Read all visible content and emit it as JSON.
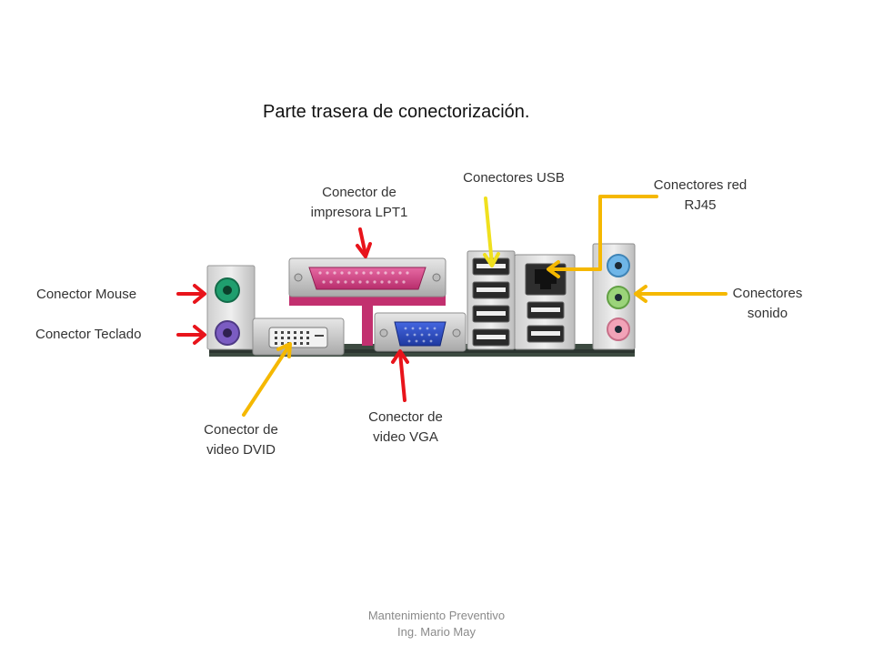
{
  "title": "Parte trasera de conectorización.",
  "labels": {
    "usb": "Conectores USB",
    "red": [
      "Conectores red",
      "RJ45"
    ],
    "lpt": [
      "Conector de",
      "impresora LPT1"
    ],
    "mouse": "Conector Mouse",
    "teclado": "Conector Teclado",
    "sonido": [
      "Conectores",
      "sonido"
    ],
    "dvid": [
      "Conector de",
      "video DVID"
    ],
    "vga": [
      "Conector de",
      "video VGA"
    ]
  },
  "footer": [
    "Mantenimiento Preventivo",
    "Ing. Mario May"
  ],
  "colors": {
    "red_arrow": "#e8141b",
    "yellow_arrow": "#f5b800",
    "usb_arrow": "#f0e01e",
    "lpt_port": "#d9488a",
    "mouse_port": "#1f9e6e",
    "keyboard_port": "#7b5cc2",
    "vga_port": "#2d52c8",
    "audio_blue": "#6fb6e8",
    "audio_green": "#9bd47a",
    "audio_pink": "#f2a3b8"
  }
}
